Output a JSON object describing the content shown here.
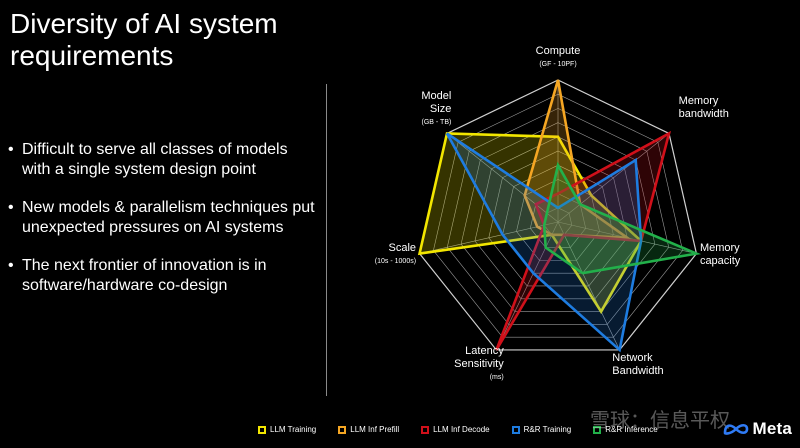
{
  "slide": {
    "title": "Diversity of AI system requirements",
    "bullets": [
      "Difficult to serve all classes of models with a single system design point",
      "New models & parallelism techniques put unexpected pressures on AI systems",
      "The next frontier of innovation is in software/hardware co-design"
    ],
    "logo_text": "Meta",
    "watermark": "雪球：信息平权"
  },
  "chart_data": {
    "type": "radar",
    "title": "",
    "axes": [
      {
        "label": "Compute",
        "sublabel": "(GF - 10PF)"
      },
      {
        "label": "Memory bandwidth",
        "sublabel": ""
      },
      {
        "label": "Memory capacity",
        "sublabel": ""
      },
      {
        "label": "Network Bandwidth",
        "sublabel": ""
      },
      {
        "label": "Latency Sensitivity",
        "sublabel": "(ms)"
      },
      {
        "label": "Scale",
        "sublabel": "(10s - 1000s)"
      },
      {
        "label": "Model Size",
        "sublabel": "(GB - TB)"
      }
    ],
    "range": [
      0,
      10
    ],
    "grid_levels": 10,
    "grid": true,
    "legend_position": "bottom",
    "series": [
      {
        "name": "LLM Training",
        "color": "#f2e600",
        "values": [
          6,
          3,
          6,
          7,
          1,
          10,
          10
        ]
      },
      {
        "name": "LLM Inf Prefill",
        "color": "#f5a623",
        "values": [
          10,
          2,
          5,
          1,
          1,
          1.5,
          3
        ]
      },
      {
        "name": "LLM Inf Decode",
        "color": "#d0101a",
        "values": [
          2,
          10,
          6,
          1,
          10,
          1,
          2
        ]
      },
      {
        "name": "R&R Training",
        "color": "#1e7ce0",
        "values": [
          1,
          7,
          6,
          10,
          4,
          4,
          10
        ]
      },
      {
        "name": "R&R Inference",
        "color": "#22b04a",
        "values": [
          4,
          2,
          10,
          4,
          2,
          1,
          1
        ]
      }
    ]
  }
}
